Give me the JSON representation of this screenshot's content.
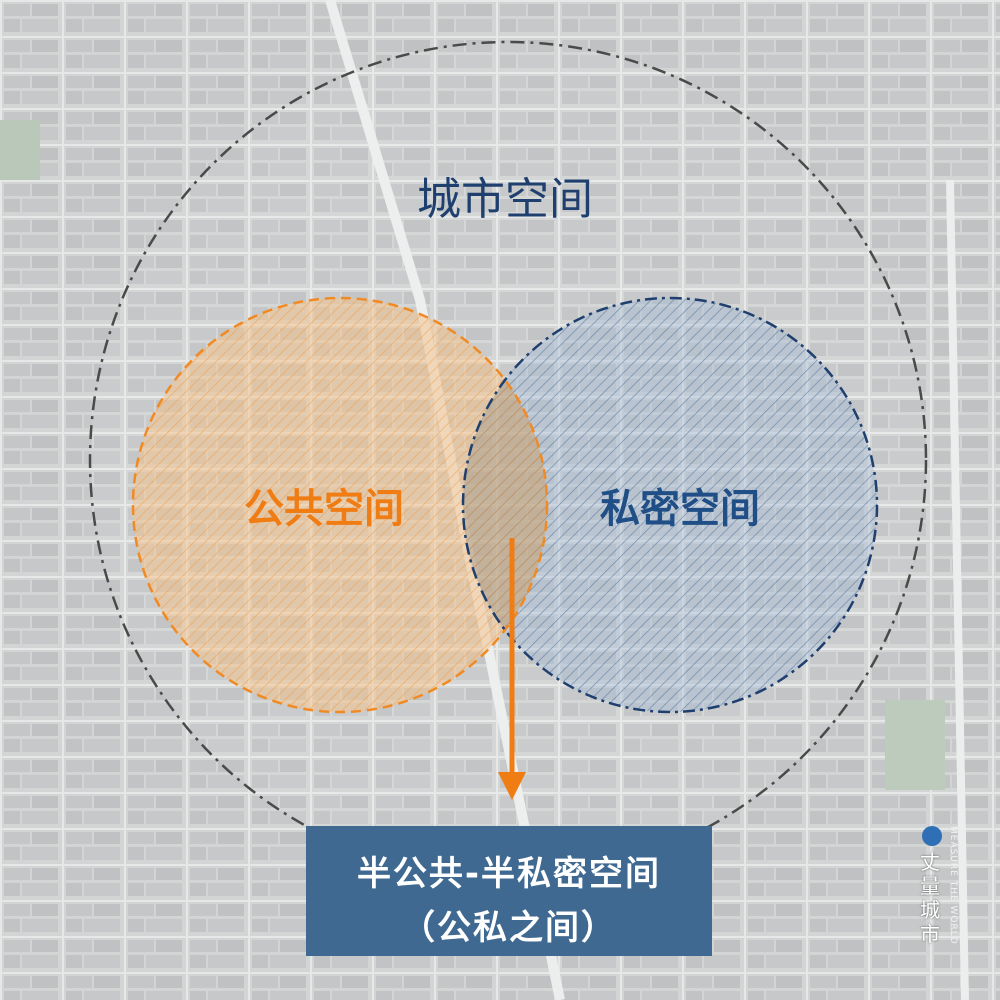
{
  "diagram": {
    "outer_label": "城市空间",
    "public_label": "公共空间",
    "private_label": "私密空间",
    "caption_line1": "半公共-半私密空间",
    "caption_line2": "（公私之间）"
  },
  "watermark": {
    "brand_cn": "丈量城市",
    "brand_en": "MEASURE THE WORLD",
    "logo_icon": "ruler-logo-icon"
  },
  "colors": {
    "outer_circle": "#4a4a4a",
    "public": "#f08a24",
    "private": "#1f3f6e",
    "outer_label": "#1f3f6e",
    "caption_bg": "#3f6990",
    "arrow": "#f07c14"
  }
}
